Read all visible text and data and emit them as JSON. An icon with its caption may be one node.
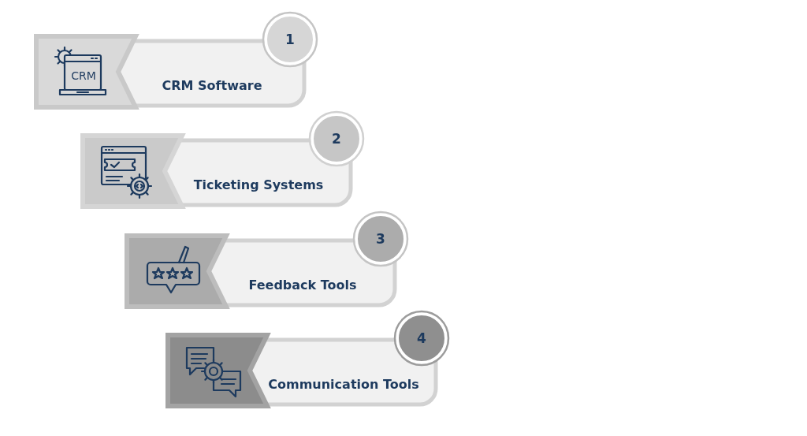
{
  "diagram": {
    "nodes": [
      {
        "text": [
          "1",
          "CRM",
          "CRM Software"
        ]
      },
      {
        "text": [
          "2",
          "Ticketing Systems"
        ]
      },
      {
        "text": [
          "3",
          "Feedback Tools"
        ]
      },
      {
        "text": [
          "4",
          "Communication Tools"
        ]
      }
    ]
  }
}
